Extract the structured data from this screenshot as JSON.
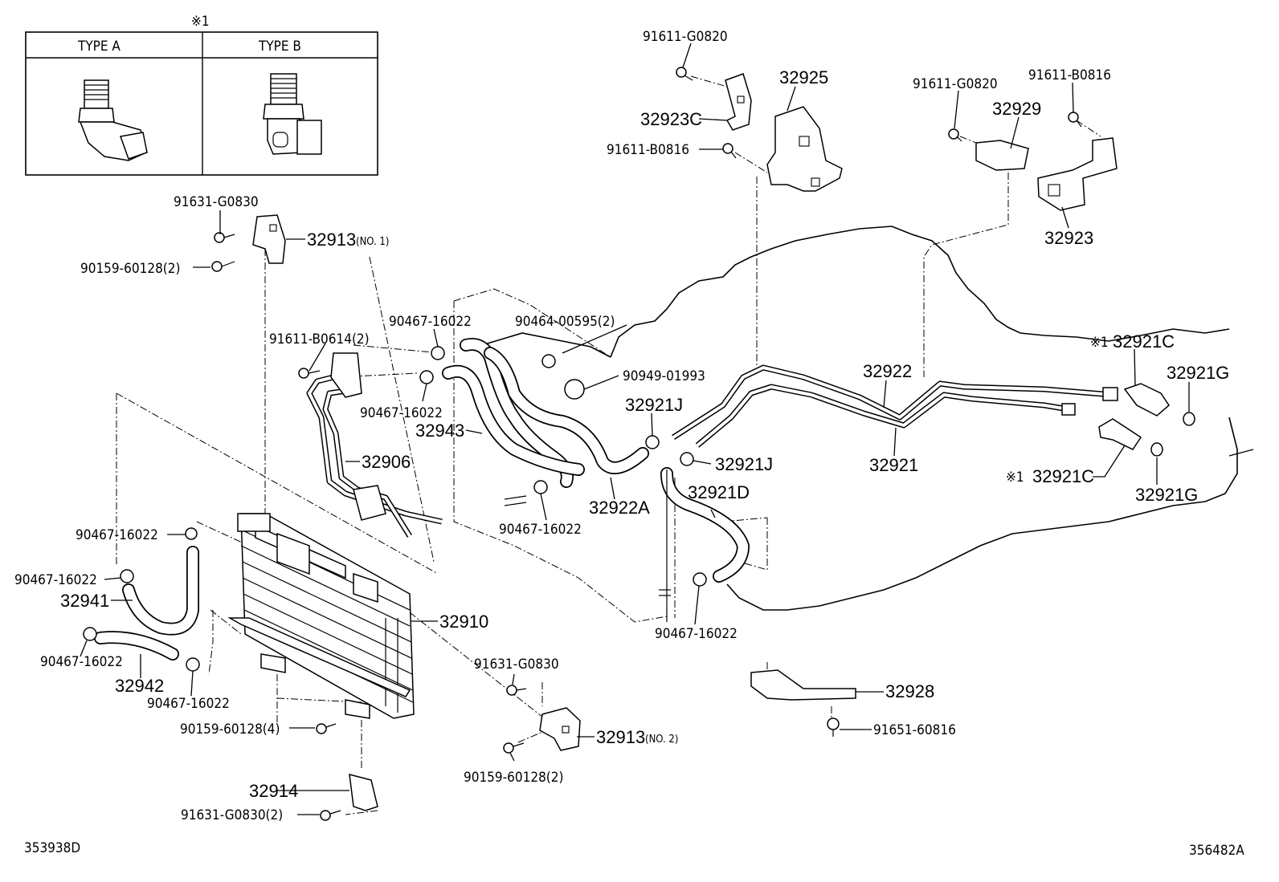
{
  "inset": {
    "note_mark": "※1",
    "type_a": "TYPE A",
    "type_b": "TYPE B"
  },
  "labels": {
    "p91631_g0830_top": "91631-G0830",
    "p32913_no1": "32913",
    "no1": "(NO. 1)",
    "p90159_60128_2_top": "90159-60128(2)",
    "p91611_b0614_2": "91611-B0614(2)",
    "p90467_16022_a": "90467-16022",
    "p90467_16022_b": "90467-16022",
    "p90464_00595_2": "90464-00595(2)",
    "p90949_01993": "90949-01993",
    "p32943": "32943",
    "p32906": "32906",
    "p90467_16022_c": "90467-16022",
    "p32922a": "32922A",
    "p32921j_top": "32921J",
    "p32921j_mid": "32921J",
    "p32921d": "32921D",
    "p90467_16022_d": "90467-16022",
    "p91611_g0820_top": "91611-G0820",
    "p32925": "32925",
    "p32923c": "32923C",
    "p91611_b0816_mid": "91611-B0816",
    "p91611_g0820_right": "91611-G0820",
    "p91611_b0816_right": "91611-B0816",
    "p32929": "32929",
    "p32923": "32923",
    "p32922": "32922",
    "p32921": "32921",
    "note1_upper": "※1",
    "p32921c_upper": "32921C",
    "p32921g_upper": "32921G",
    "note1_lower": "※1",
    "p32921c_lower": "32921C",
    "p32921g_lower": "32921G",
    "p90467_16022_e": "90467-16022",
    "p90467_16022_f": "90467-16022",
    "p32941": "32941",
    "p90467_16022_g": "90467-16022",
    "p32942": "32942",
    "p90467_16022_h": "90467-16022",
    "p32910": "32910",
    "p90159_60128_4": "90159-60128(4)",
    "p91631_g0830_mid": "91631-G0830",
    "p32913_no2": "32913",
    "no2": "(NO. 2)",
    "p90159_60128_2_bottom": "90159-60128(2)",
    "p32914": "32914",
    "p91631_g0830_2": "91631-G0830(2)",
    "p32928": "32928",
    "p91651_60816": "91651-60816"
  },
  "footer": {
    "left_code": "353938D",
    "right_code": "356482A"
  }
}
